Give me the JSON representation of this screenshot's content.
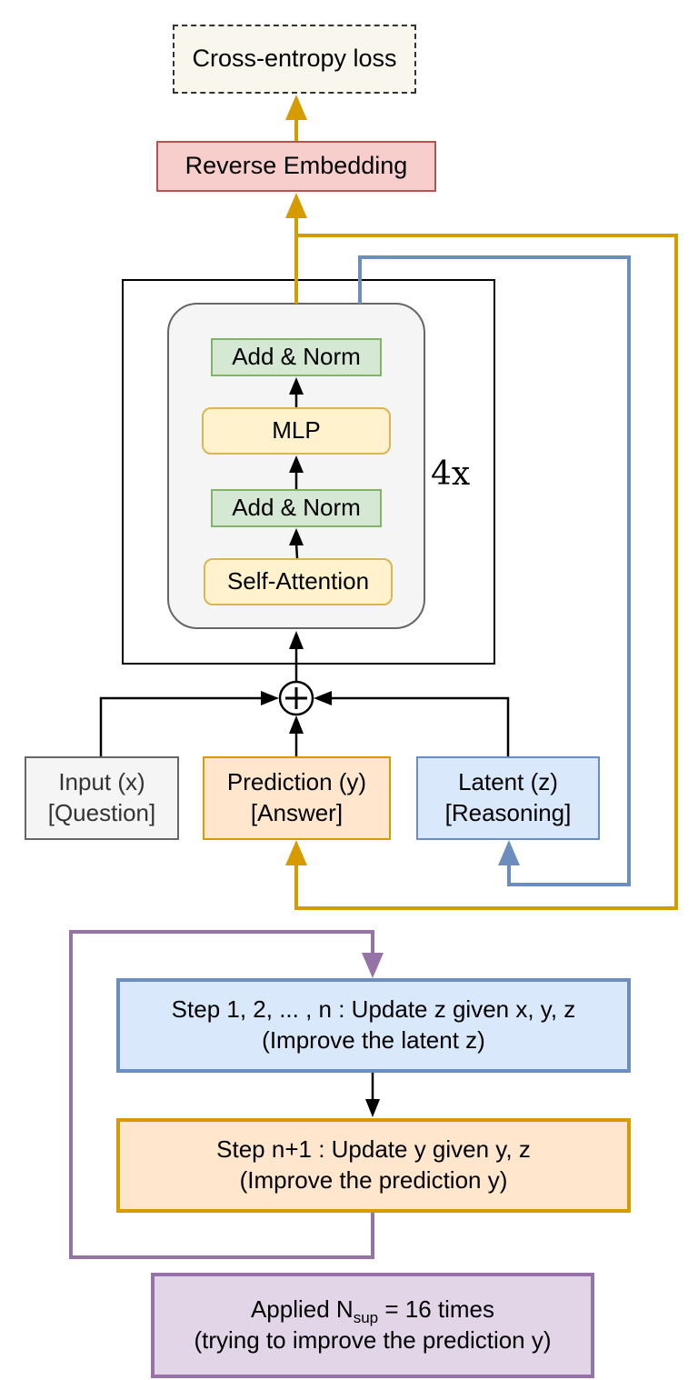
{
  "loss": {
    "label": "Cross-entropy loss"
  },
  "reverse_embedding": {
    "label": "Reverse Embedding"
  },
  "transformer_block": {
    "repeat": "4x",
    "layers": {
      "add_norm_top": "Add & Norm",
      "mlp": "MLP",
      "add_norm_bottom": "Add & Norm",
      "self_attention": "Self-Attention"
    }
  },
  "inputs": {
    "input": {
      "line1": "Input (x)",
      "line2": "[Question]"
    },
    "prediction": {
      "line1": "Prediction (y)",
      "line2": "[Answer]"
    },
    "latent": {
      "line1": "Latent (z)",
      "line2": "[Reasoning]"
    }
  },
  "steps": {
    "latent_step": {
      "line1": "Step 1, 2, ... , n : Update z given x, y, z",
      "line2": "(Improve the latent z)"
    },
    "prediction_step": {
      "line1": "Step n+1 : Update y given y, z",
      "line2": "(Improve the prediction y)"
    }
  },
  "applied": {
    "prefix": "Applied N",
    "subscript": "sup",
    "suffix": " = 16 times",
    "line2": "(trying to improve the prediction y)"
  },
  "colors": {
    "orange_arrow": "#d79b00",
    "blue_arrow": "#6c8ebf",
    "purple_arrow": "#9673a6",
    "black_arrow": "#000000"
  }
}
